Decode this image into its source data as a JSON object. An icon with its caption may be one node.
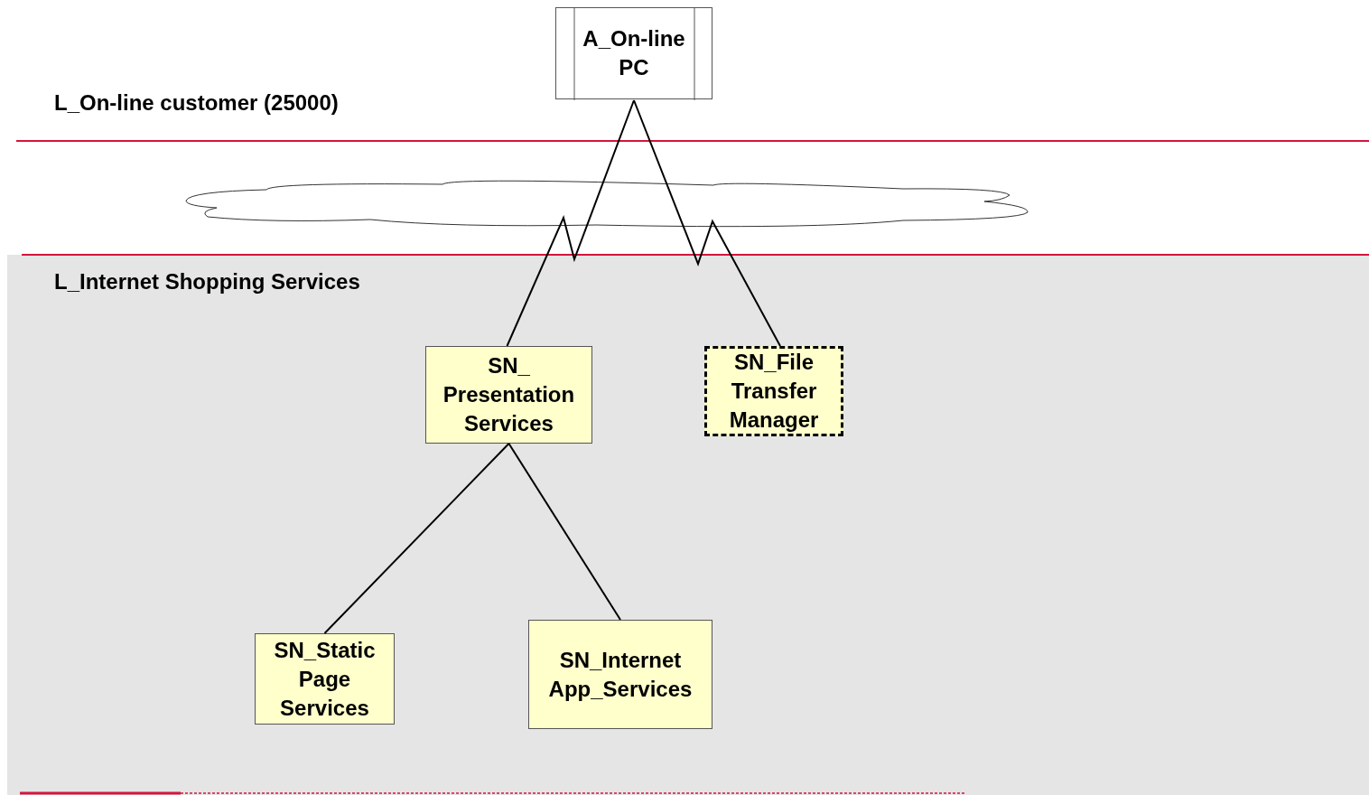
{
  "diagram": {
    "nodes": [
      {
        "text": [
          "A_On-line PC"
        ]
      },
      {
        "text": [
          "L_Internet Shopping Services"
        ]
      },
      {
        "text": [
          "SN_ Presentation Services"
        ],
        "in": 1
      },
      {
        "text": [
          "SN_File Transfer Manager"
        ],
        "in": 1
      },
      {
        "text": [
          "SN_Static Page Services"
        ],
        "in": 1
      },
      {
        "text": [
          "SN_Internet App_Services"
        ],
        "in": 1
      }
    ],
    "edges": [
      {
        "from": 0,
        "to": 2,
        "arrow": "none"
      },
      {
        "from": 0,
        "to": 3,
        "arrow": "none"
      },
      {
        "from": 2,
        "to": 4,
        "arrow": "none"
      },
      {
        "from": 2,
        "to": 5,
        "arrow": "none"
      }
    ],
    "labels": [
      "L_On-line customer (25000)"
    ]
  }
}
